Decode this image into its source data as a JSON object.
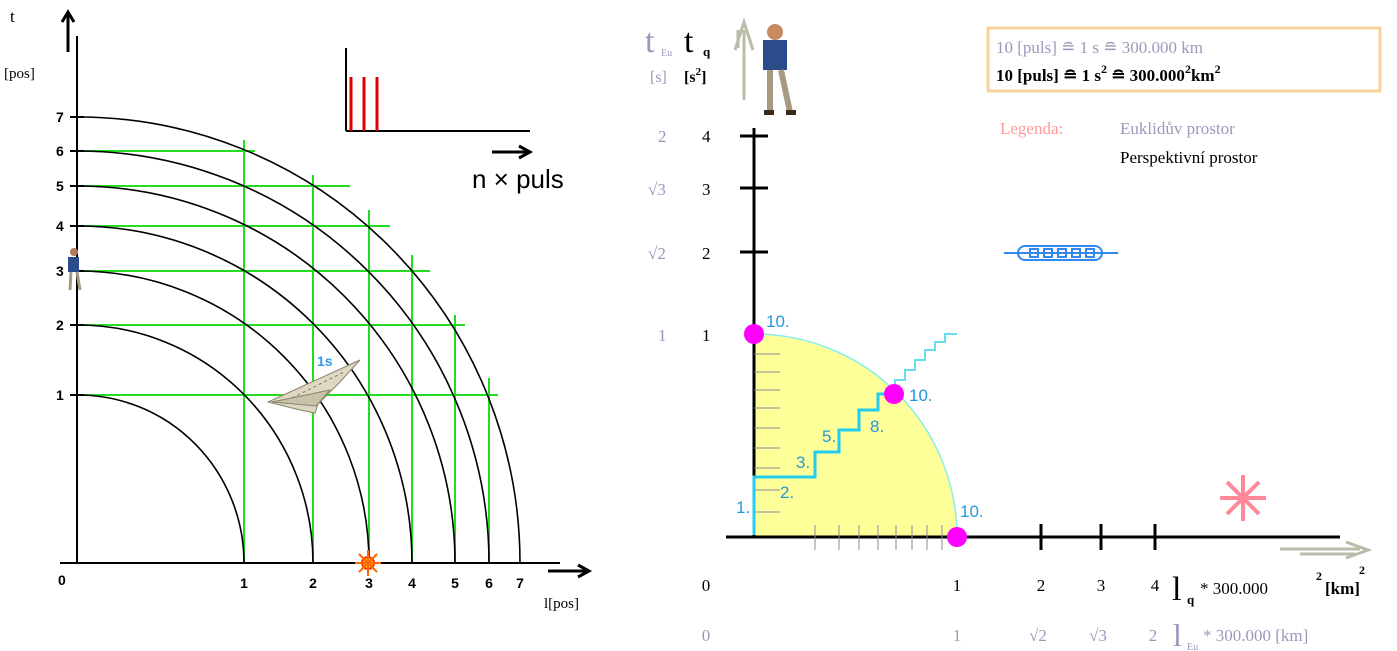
{
  "left_diagram": {
    "t_axis_label": "t",
    "t_axis_unit": "[pos]",
    "l_axis_label": "l[pos]",
    "origin_label": "0",
    "y_ticks": [
      "1",
      "2",
      "3",
      "4",
      "5",
      "6",
      "7"
    ],
    "x_ticks": [
      "1",
      "2",
      "3",
      "4",
      "5",
      "6",
      "7"
    ],
    "pulse_caption": "n × puls",
    "plane_label": "1s",
    "pulse_count": 3,
    "colors": {
      "grid": "#22dd22",
      "arcs": "#000000",
      "pulses": "#dd0000",
      "plane_label": "#3399ee"
    }
  },
  "right_diagram": {
    "t_eu_main": "t",
    "t_eu_sub": "Eu",
    "t_q_main": "t",
    "t_q_sub": "q",
    "unit_s": "[s]",
    "unit_s2_base": "[s",
    "unit_s2_sup": "2",
    "unit_s2_end": "]",
    "y_labels_q": [
      "1",
      "2",
      "3",
      "4"
    ],
    "y_labels_eu": [
      "1",
      "√2",
      "√3",
      "2"
    ],
    "x_labels_q": [
      "1",
      "2",
      "3",
      "4"
    ],
    "x_labels_eu": [
      "1",
      "√2",
      "√3",
      "2"
    ],
    "origin_q": "0",
    "origin_eu": "0",
    "x_axis_q_main": "l",
    "x_axis_q_sub": "q",
    "x_axis_q_unit": "* 300.000",
    "x_axis_q_sup1": "2",
    "x_axis_q_km": "[km]",
    "x_axis_q_sup2": "2",
    "x_axis_eu_main": "l",
    "x_axis_eu_sub": "Eu",
    "x_axis_eu_unit": "* 300.000 [km]",
    "step_labels": [
      "1.",
      "2.",
      "3.",
      "5.",
      "8.",
      "10."
    ],
    "point_labels": [
      "10.",
      "10.",
      "10."
    ],
    "legend_box": {
      "line1": "10 [puls] ≘ 1 s   ≘ 300.000 km",
      "line2_a": "10 [puls] ≘ 1 s",
      "line2_sup1": "2",
      "line2_b": " ≘ 300.000",
      "line2_sup2": "2",
      "line2_c": "km",
      "line2_sup3": "2"
    },
    "legend_label": "Legenda:",
    "legend_euclid": "Euklidův prostor",
    "legend_persp": "Perspektivní prostor",
    "colors": {
      "eu_text": "#9999bb",
      "q_text": "#000000",
      "legend_label": "#ff9999",
      "step_path": "#22ccee",
      "step_labels": "#2299dd",
      "quarter_circle": "#ffff99",
      "points": "#ff00ff",
      "box_border": "#f5d29a",
      "star": "#ff8899",
      "arrow_gray": "#bbbbaa",
      "train": "#3388ee"
    }
  }
}
